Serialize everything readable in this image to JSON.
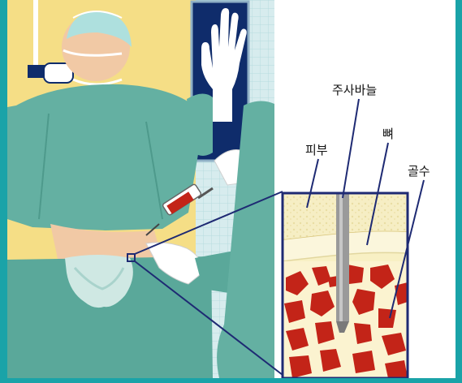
{
  "labels": {
    "needle": "주사바늘",
    "skin": "피부",
    "bone": "뼈",
    "marrow": "골수"
  },
  "colors": {
    "frame": "#1aa3a8",
    "gown": "#5aa89a",
    "tile": "#cfe7ea",
    "skin_tan": "#f1c9a5",
    "bone_cream": "#f8f0c4",
    "marrow_red": "#c32418",
    "cap": "#aee0de",
    "inset_border": "#1e2a73"
  },
  "icons": [
    "oxygen-mask-icon",
    "syringe-icon",
    "x-ray-lightbox-icon",
    "gloved-hand-icon"
  ]
}
